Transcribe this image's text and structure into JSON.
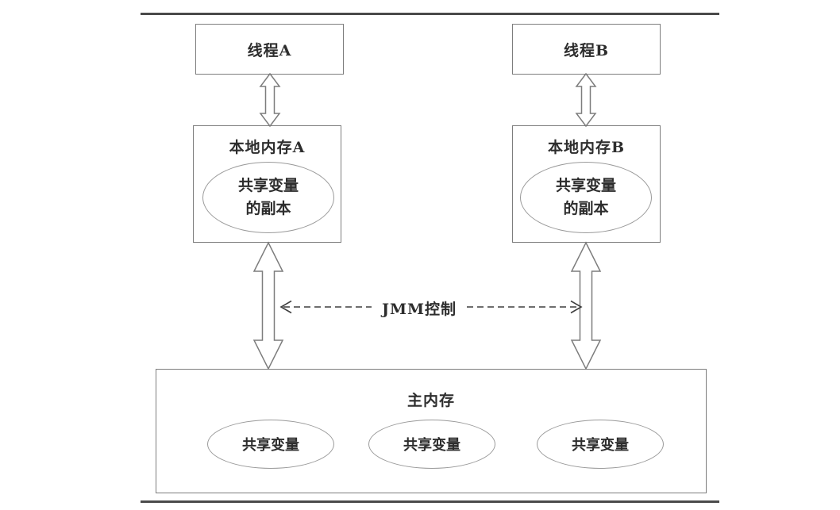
{
  "colors": {
    "box_border": "#7d7d7d",
    "ellipse_border": "#9a9a9a",
    "frame_rule": "#4a4a4a",
    "text": "#2d2d2d",
    "background": "#ffffff"
  },
  "threads": [
    {
      "label": "线程A"
    },
    {
      "label": "线程B"
    }
  ],
  "local_memories": [
    {
      "label": "本地内存A",
      "ellipse_lines": [
        "共享变量",
        "的副本"
      ]
    },
    {
      "label": "本地内存B",
      "ellipse_lines": [
        "共享变量",
        "的副本"
      ]
    }
  ],
  "jmm": {
    "label": "JMM控制"
  },
  "main_memory": {
    "label": "主内存",
    "shared_variables": [
      "共享变量",
      "共享变量",
      "共享变量"
    ]
  }
}
